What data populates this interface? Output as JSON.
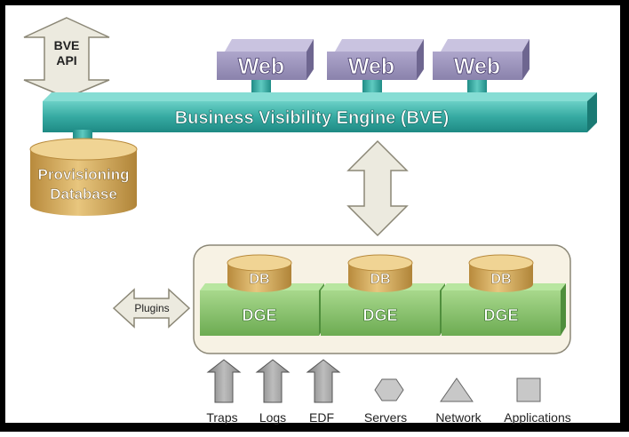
{
  "bve_api": {
    "line1": "BVE",
    "line2": "API"
  },
  "web_servers": [
    "Web",
    "Web",
    "Web"
  ],
  "bve_bar": {
    "label": "Business Visibility Engine (BVE)"
  },
  "provisioning": {
    "line1": "Provisioning",
    "line2": "Database"
  },
  "plugins": {
    "label": "Plugins"
  },
  "dge_nodes": [
    {
      "db": "DB",
      "dge": "DGE"
    },
    {
      "db": "DB",
      "dge": "DGE"
    },
    {
      "db": "DB",
      "dge": "DGE"
    }
  ],
  "sources": [
    {
      "label": "Traps",
      "icon": "up-arrow-icon"
    },
    {
      "label": "Logs",
      "icon": "up-arrow-icon"
    },
    {
      "label": "EDF",
      "icon": "up-arrow-icon"
    },
    {
      "label": "Servers",
      "icon": "hexagon-icon"
    },
    {
      "label": "Network",
      "icon": "triangle-icon"
    },
    {
      "label": "Applications",
      "icon": "square-icon"
    }
  ],
  "colors": {
    "web_box": "#9890b8",
    "bve_bar": "#3fb0a8",
    "database": "#d9b46a",
    "dge_box": "#8cc46e",
    "container": "#f7f2e4",
    "arrow": "#eceadf"
  }
}
